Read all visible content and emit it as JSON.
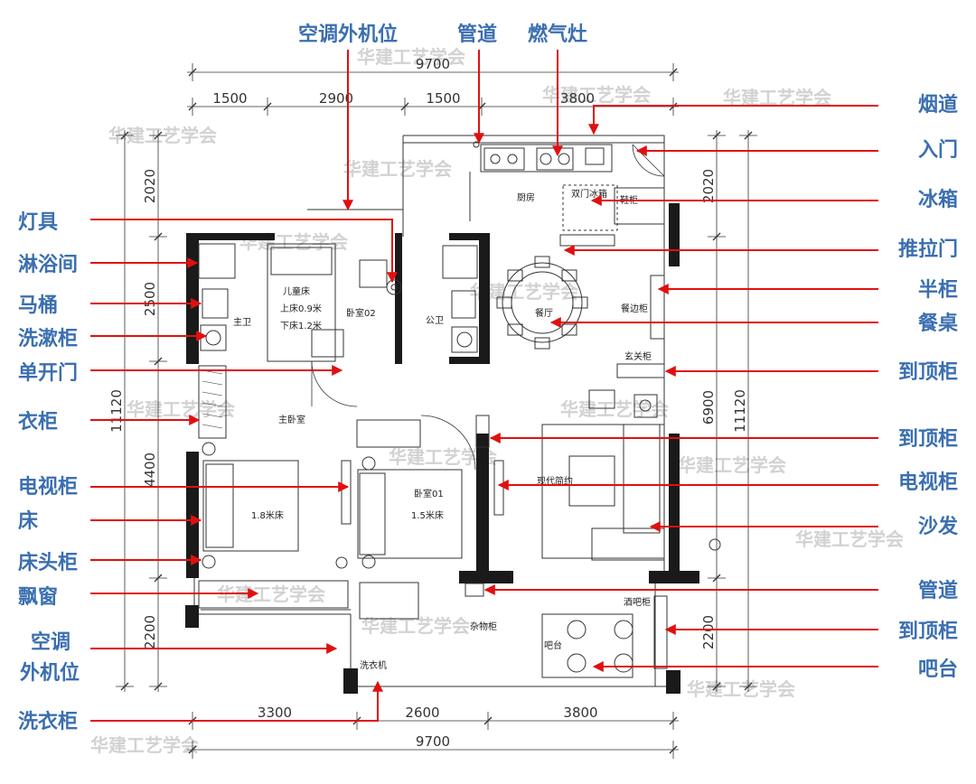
{
  "colors": {
    "callout_text": "#3b6fb0",
    "arrow": "#e01010",
    "wall": "#1a1a1a",
    "line": "#333333",
    "watermark": "#d2d2d2"
  },
  "watermark_text": "华建工艺学会",
  "dimensions": {
    "top_total": "9700",
    "top_segments": [
      "1500",
      "2900",
      "1500",
      "3800"
    ],
    "bottom_total": "9700",
    "bottom_segments": [
      "3300",
      "2600",
      "3800"
    ],
    "left_total": "11120",
    "left_segments": [
      "2020",
      "2500",
      "4400",
      "2200"
    ],
    "right_total": "11120",
    "right_segments": [
      "2020",
      "6900",
      "2200"
    ]
  },
  "rooms": {
    "kitchen": "厨房",
    "fridge": "双门冰箱",
    "shoe_cabinet": "鞋柜",
    "kids_bed_title": "儿童床",
    "kids_bed_upper": "上床0.9米",
    "kids_bed_lower": "下床1.2米",
    "bedroom02": "卧室02",
    "master_bath": "主卫",
    "public_bath": "公卫",
    "dining": "餐厅",
    "sideboard": "餐边柜",
    "foyer_cabinet": "玄关柜",
    "master_bedroom": "主卧室",
    "bed_18": "1.8米床",
    "bedroom01": "卧室01",
    "bed_15": "1.5米床",
    "living": "现代简约",
    "storage": "杂物柜",
    "wine_cabinet": "酒吧柜",
    "bar": "吧台",
    "laundry": "洗衣机"
  },
  "callouts": {
    "top": [
      "空调外机位",
      "管道",
      "燃气灶"
    ],
    "right": [
      "烟道",
      "入门",
      "冰箱",
      "推拉门",
      "半柜",
      "餐桌",
      "到顶柜",
      "到顶柜",
      "电视柜",
      "沙发",
      "管道",
      "到顶柜",
      "吧台"
    ],
    "left": [
      "灯具",
      "淋浴间",
      "马桶",
      "洗漱柜",
      "单开门",
      "衣柜",
      "电视柜",
      "床",
      "床头柜",
      "飘窗"
    ],
    "left_ac_line1": "空调",
    "left_ac_line2": "外机位",
    "left_laundry": "洗衣柜"
  }
}
